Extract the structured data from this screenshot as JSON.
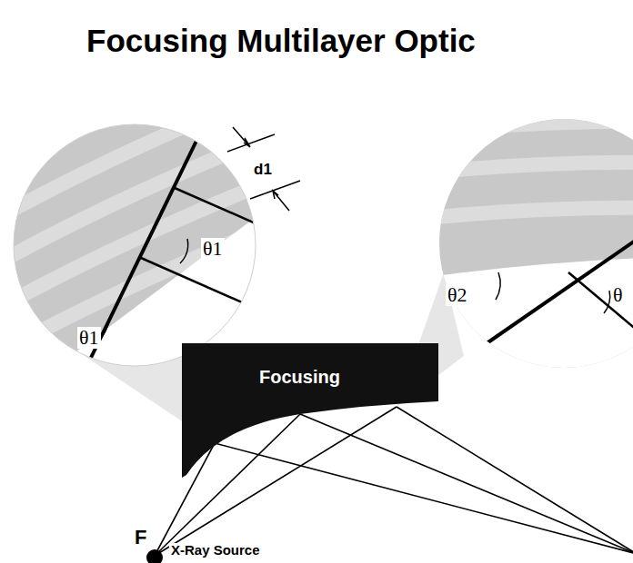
{
  "diagram": {
    "title": "Focusing Multilayer Optic",
    "nodes": [
      {
        "text": [
          "d1",
          "θ1",
          "θ1"
        ]
      },
      {
        "text": [
          "θ2",
          "θ"
        ]
      },
      {
        "text": [
          "Focusing"
        ]
      }
    ],
    "labels": [
      "F",
      "X-Ray Source"
    ]
  }
}
